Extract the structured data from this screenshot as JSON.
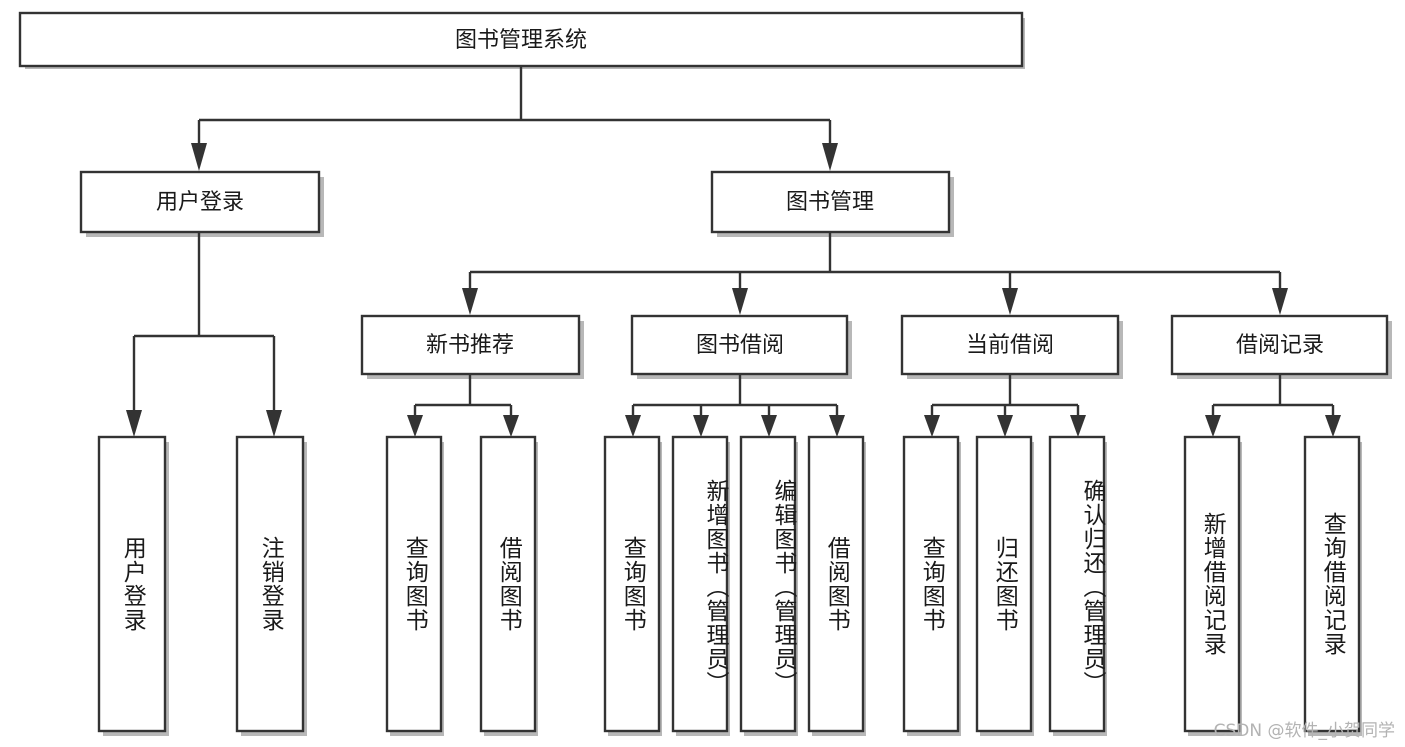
{
  "diagram": {
    "type": "tree",
    "title": "图书管理系统",
    "root": {
      "id": "root",
      "label": "图书管理系统",
      "level": 1
    },
    "level2": [
      {
        "id": "user-login",
        "label": "用户登录"
      },
      {
        "id": "book-manage",
        "label": "图书管理"
      }
    ],
    "level3": [
      {
        "id": "new-book-recommend",
        "label": "新书推荐",
        "parent": "book-manage"
      },
      {
        "id": "book-borrow",
        "label": "图书借阅",
        "parent": "book-manage"
      },
      {
        "id": "current-borrow",
        "label": "当前借阅",
        "parent": "book-manage"
      },
      {
        "id": "borrow-record",
        "label": "借阅记录",
        "parent": "book-manage"
      }
    ],
    "leaves": [
      {
        "id": "leaf-user-login",
        "label": "用户登录",
        "parent": "user-login"
      },
      {
        "id": "leaf-user-logout",
        "label": "注销登录",
        "parent": "user-login"
      },
      {
        "id": "leaf-query-book-1",
        "label": "查询图书",
        "parent": "new-book-recommend"
      },
      {
        "id": "leaf-borrow-book-1",
        "label": "借阅图书",
        "parent": "new-book-recommend"
      },
      {
        "id": "leaf-query-book-2",
        "label": "查询图书",
        "parent": "book-borrow"
      },
      {
        "id": "leaf-add-book",
        "label": "新增图书（管理员）",
        "parent": "book-borrow"
      },
      {
        "id": "leaf-edit-book",
        "label": "编辑图书（管理员）",
        "parent": "book-borrow"
      },
      {
        "id": "leaf-borrow-book-2",
        "label": "借阅图书",
        "parent": "book-borrow"
      },
      {
        "id": "leaf-query-book-3",
        "label": "查询图书",
        "parent": "current-borrow"
      },
      {
        "id": "leaf-return-book",
        "label": "归还图书",
        "parent": "current-borrow"
      },
      {
        "id": "leaf-confirm-return",
        "label": "确认归还（管理员）",
        "parent": "current-borrow"
      },
      {
        "id": "leaf-add-record",
        "label": "新增借阅记录",
        "parent": "borrow-record"
      },
      {
        "id": "leaf-query-record",
        "label": "查询借阅记录",
        "parent": "borrow-record"
      }
    ],
    "watermark": "CSDN @软件_小贺同学",
    "colors": {
      "box_stroke": "#333333",
      "box_fill": "#ffffff",
      "text": "#1a1a1a",
      "shadow": "#b8b8b8",
      "watermark": "#b3b3b3",
      "background": "#ffffff"
    }
  }
}
